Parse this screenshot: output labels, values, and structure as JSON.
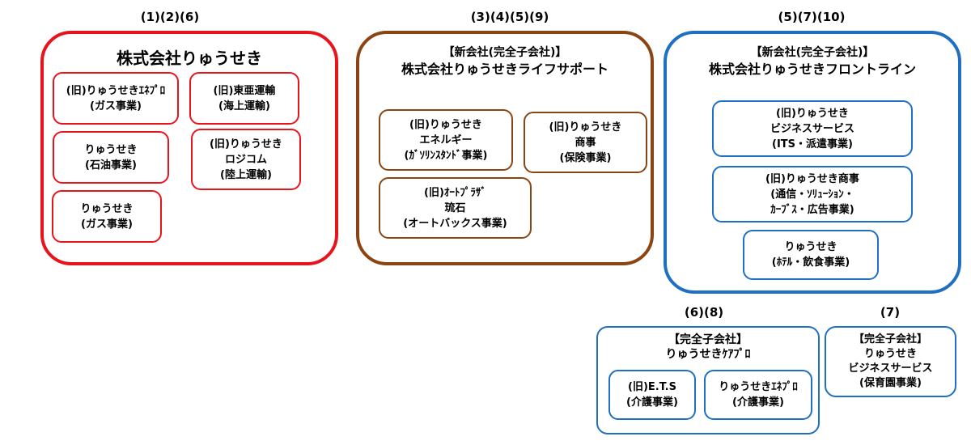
{
  "group1": {
    "label": "(1)(2)(6)",
    "title": "株式会社りゅうせき",
    "items": [
      {
        "line1": "(旧)りゅうせきｴﾈﾌﾟﾛ",
        "line2": "(ガス事業)"
      },
      {
        "line1": "(旧)東亜運輸",
        "line2": "(海上運輸)"
      },
      {
        "line1": "りゅうせき",
        "line2": "(石油事業)"
      },
      {
        "line1": "(旧)りゅうせき",
        "line2": "ロジコム",
        "line3": "(陸上運輸)"
      },
      {
        "line1": "りゅうせき",
        "line2": "(ガス事業)"
      }
    ]
  },
  "group2": {
    "label": "(3)(4)(5)(9)",
    "title_line1": "【新会社(完全子会社)】",
    "title_line2": "株式会社りゅうせきライフサポート",
    "items": [
      {
        "line1": "(旧)りゅうせき",
        "line2": "エネルギー",
        "line3": "(ｶﾞｿﾘﾝｽﾀﾝﾄﾞ事業)"
      },
      {
        "line1": "(旧)りゅうせき",
        "line2": "商事",
        "line3": "(保険事業)"
      },
      {
        "line1": "(旧)ｵｰﾄﾌﾟﾗｻﾞ",
        "line2": "琉石",
        "line3": "(オートバックス事業)"
      }
    ]
  },
  "group3": {
    "label": "(5)(7)(10)",
    "title_line1": "【新会社(完全子会社)】",
    "title_line2": "株式会社りゅうせきフロントライン",
    "items": [
      {
        "line1": "(旧)りゅうせき",
        "line2": "ビジネスサービス",
        "line3": "(ITS・派遣事業)"
      },
      {
        "line1": "(旧)りゅうせき商事",
        "line2": "(通信・ｿﾘｭｰｼｮﾝ・",
        "line3": "ｶｰﾌﾞｽ・広告事業)"
      },
      {
        "line1": "りゅうせき",
        "line2": "(ﾎﾃﾙ・飲食事業)"
      }
    ]
  },
  "group4": {
    "label": "(6)(8)",
    "title_line1": "【完全子会社】",
    "title_line2": "りゅうせきｹｱﾌﾟﾛ",
    "items": [
      {
        "line1": "(旧)E.T.S",
        "line2": "(介護事業)"
      },
      {
        "line1": "りゅうせきｴﾈﾌﾟﾛ",
        "line2": "(介護事業)"
      }
    ]
  },
  "group5": {
    "label": "(7)",
    "title_line1": "【完全子会社】",
    "title_line2": "りゅうせき",
    "title_line3": "ビジネスサービス",
    "title_line4": "(保育園事業)"
  }
}
